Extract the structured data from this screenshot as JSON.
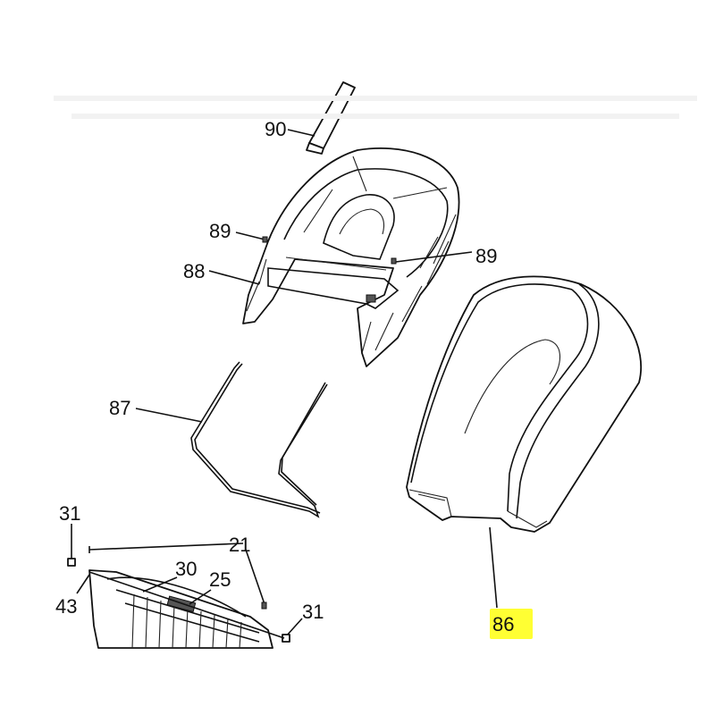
{
  "labels": {
    "l90": "90",
    "l89a": "89",
    "l89b": "89",
    "l88": "88",
    "l87": "87",
    "l86": "86",
    "l31a": "31",
    "l31b": "31",
    "l21": "21",
    "l30": "30",
    "l25": "25",
    "l43": "43"
  },
  "highlight_color": "#ffff33"
}
